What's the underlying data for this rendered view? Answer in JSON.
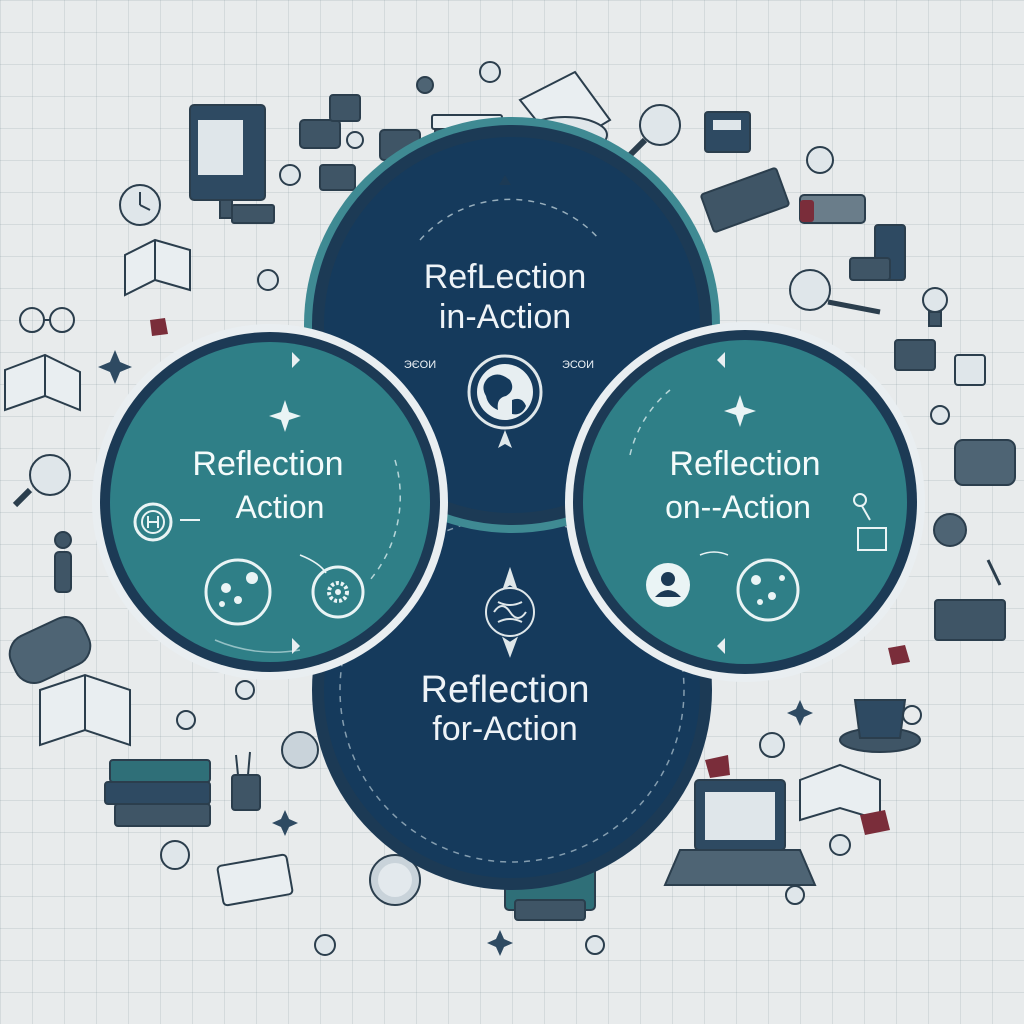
{
  "diagram": {
    "circles": [
      {
        "id": "left",
        "line1": "Reflection",
        "line2": "Action",
        "fill": "#2f7f87",
        "ring": "#1c3a55"
      },
      {
        "id": "top",
        "line1": "RefLection",
        "line2": "in-Action",
        "fill": "#153a5c",
        "ring": "#1c3a55",
        "side_left": "ЭЄОИ",
        "side_right": "ЭСОИ"
      },
      {
        "id": "right",
        "line1": "Reflection",
        "line2": "on--Action",
        "fill": "#2f7f87",
        "ring": "#1c3a55"
      },
      {
        "id": "bottom",
        "line1": "Reflection",
        "line2": "for-Action",
        "fill": "#153a5c",
        "ring": "#1c3a55"
      }
    ]
  },
  "colors": {
    "navy": "#153a5c",
    "teal": "#2f7f87",
    "ring": "#1c3a55",
    "icon": "#3f5566",
    "accent": "#7a2d3a",
    "background": "#e8ebec"
  },
  "icons": [
    "monitor-icon",
    "camera-icon",
    "book-icon",
    "magnifier-icon",
    "globe-icon",
    "gear-icon",
    "lightbulb-icon",
    "laptop-icon",
    "coffee-cup-icon",
    "person-icon",
    "pencil-icon",
    "ruler-icon",
    "keyboard-icon",
    "sparkle-icon",
    "arrow-icon"
  ]
}
